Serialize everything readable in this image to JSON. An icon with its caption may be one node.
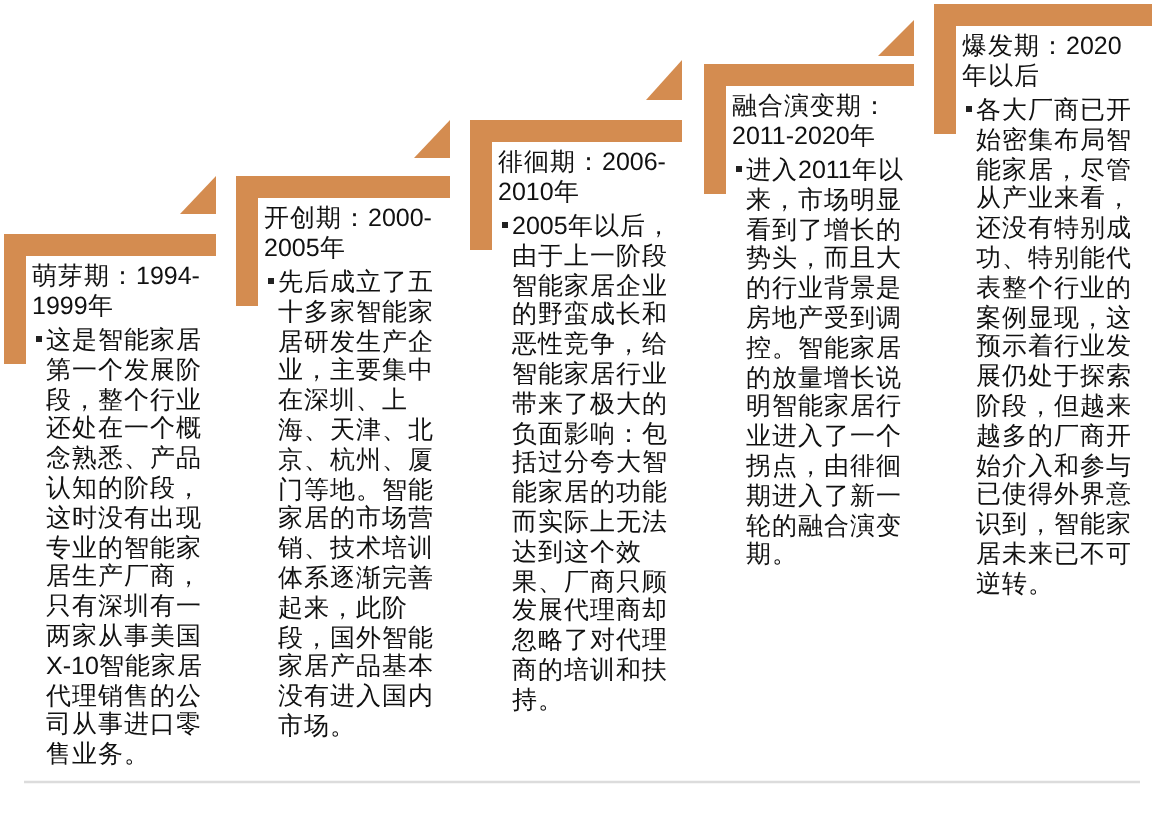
{
  "diagram": {
    "nodes": [
      {
        "text": [
          "萌芽期：1994-1999年",
          "这是智能家居第一个发展阶段，整个行业还处在一个概念熟悉、产品认知的阶段，这时没有出现专业的智能家居生产厂商，只有深圳有一两家从事美国X-10智能家居代理销售的公司从事进口零售业务。"
        ]
      },
      {
        "text": [
          "开创期：2000-2005年",
          "先后成立了五十多家智能家居研发生产企业，主要集中在深圳、上海、天津、北京、杭州、厦门等地。智能家居的市场营销、技术培训体系逐渐完善起来，此阶段，国外智能家居产品基本没有进入国内市场。"
        ]
      },
      {
        "text": [
          "徘徊期：2006-2010年",
          "2005年以后，由于上一阶段智能家居企业的野蛮成长和恶性竞争，给智能家居行业带来了极大的负面影响：包括过分夸大智能家居的功能而实际上无法达到这个效果、厂商只顾发展代理商却忽略了对代理商的培训和扶持。"
        ]
      },
      {
        "text": [
          "融合演变期：2011-2020年",
          "进入2011年以来，市场明显看到了增长的势头，而且大的行业背景是房地产受到调控。智能家居的放量增长说明智能家居行业进入了一个拐点，由徘徊期进入了新一轮的融合演变期。"
        ]
      },
      {
        "text": [
          "爆发期：2020年以后",
          "各大厂商已开始密集布局智能家居，尽管从产业来看，还没有特别成功、特别能代表整个行业的案例显现，这预示着行业发展仍处于探索阶段，但越来越多的厂商开始介入和参与已使得外界意识到，智能家居未来已不可逆转。"
        ]
      }
    ],
    "edges": [
      {
        "from": 1,
        "to": 0,
        "arrow": "to"
      },
      {
        "from": 2,
        "to": 1,
        "arrow": "to"
      },
      {
        "from": 3,
        "to": 2,
        "arrow": "to"
      },
      {
        "from": 4,
        "to": 3,
        "arrow": "to"
      }
    ]
  }
}
